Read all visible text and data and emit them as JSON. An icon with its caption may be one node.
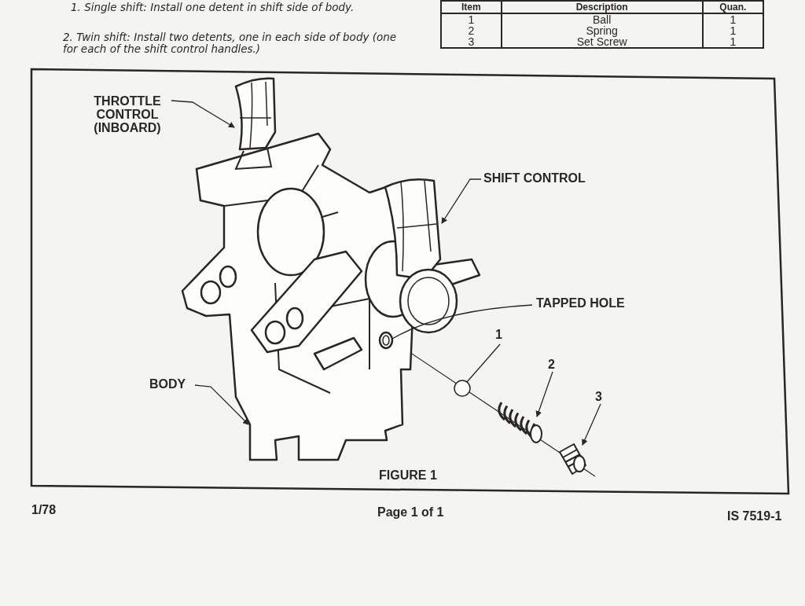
{
  "diagram": {
    "caption": "FIGURE 1",
    "nodes": [
      {
        "text": [
          "THROTTLE CONTROL (INBOARD)"
        ]
      },
      {
        "text": [],
        "shape": "picture"
      },
      {
        "text": [
          "SHIFT CONTROL"
        ]
      },
      {
        "text": [],
        "shape": "picture",
        "in": 7
      },
      {
        "text": [
          "TAPPED HOLE"
        ]
      },
      {
        "text": [],
        "shape": "picture",
        "in": 7
      },
      {
        "text": [
          "BODY"
        ]
      },
      {
        "text": [],
        "shape": "picture"
      },
      {
        "text": [
          "1"
        ]
      },
      {
        "text": [],
        "shape": "circle"
      },
      {
        "text": [
          "2"
        ]
      },
      {
        "text": [],
        "shape": "picture"
      },
      {
        "text": [
          "3"
        ]
      },
      {
        "text": [],
        "shape": "picture"
      }
    ],
    "edges": [
      {
        "from": 0,
        "to": 1,
        "arrow": "to"
      },
      {
        "from": 2,
        "to": 3,
        "arrow": "to"
      },
      {
        "from": 4,
        "to": 5,
        "arrow": "none"
      },
      {
        "from": 6,
        "to": 7,
        "arrow": "to"
      },
      {
        "from": 8,
        "to": 9,
        "arrow": "none"
      },
      {
        "from": 10,
        "to": 11,
        "arrow": "to"
      },
      {
        "from": 12,
        "to": 13,
        "arrow": "to"
      }
    ],
    "labels": [
      "1. Single shift: Install one detent in shift side of body.",
      "2. Twin shift: Install two detents, one in each side of body (one for each of the shift control handles.)",
      "Item",
      "Description",
      "Quan.",
      "1",
      "Ball",
      "1",
      "2",
      "Spring",
      "1",
      "3",
      "Set Screw",
      "1",
      "1/78",
      "Page 1 of 1",
      "IS 7519-1"
    ]
  }
}
